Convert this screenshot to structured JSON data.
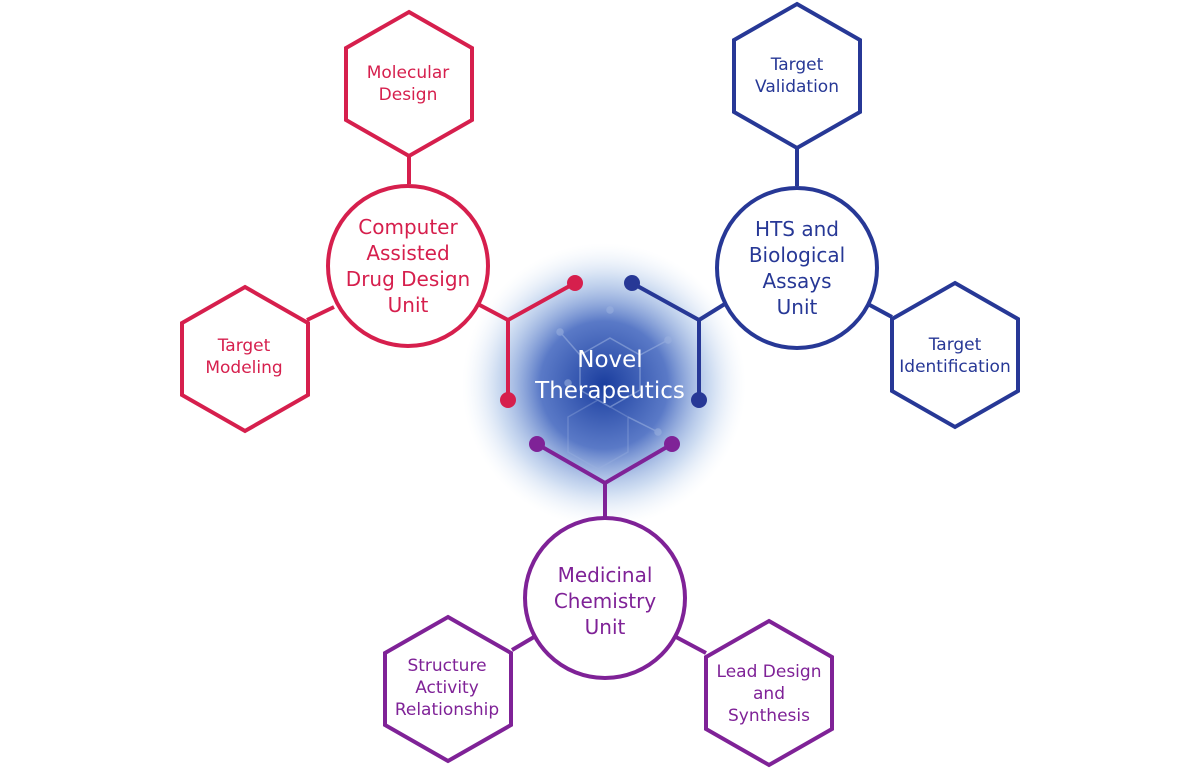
{
  "center": {
    "label": "Novel\nTherapeutics",
    "glow_color": "#1a3d9e"
  },
  "units": [
    {
      "id": "cadd",
      "label": "Computer\nAssisted\nDrug Design\nUnit",
      "color": "#d61f4d",
      "satellites": [
        {
          "label": "Molecular\nDesign"
        },
        {
          "label": "Target\nModeling"
        }
      ]
    },
    {
      "id": "hts",
      "label": "HTS and\nBiological\nAssays\nUnit",
      "color": "#273896",
      "satellites": [
        {
          "label": "Target\nValidation"
        },
        {
          "label": "Target\nIdentification"
        }
      ]
    },
    {
      "id": "medchem",
      "label": "Medicinal\nChemistry\nUnit",
      "color": "#7f2297",
      "satellites": [
        {
          "label": "Structure\nActivity\nRelationship"
        },
        {
          "label": "Lead Design\nand\nSynthesis"
        }
      ]
    }
  ]
}
